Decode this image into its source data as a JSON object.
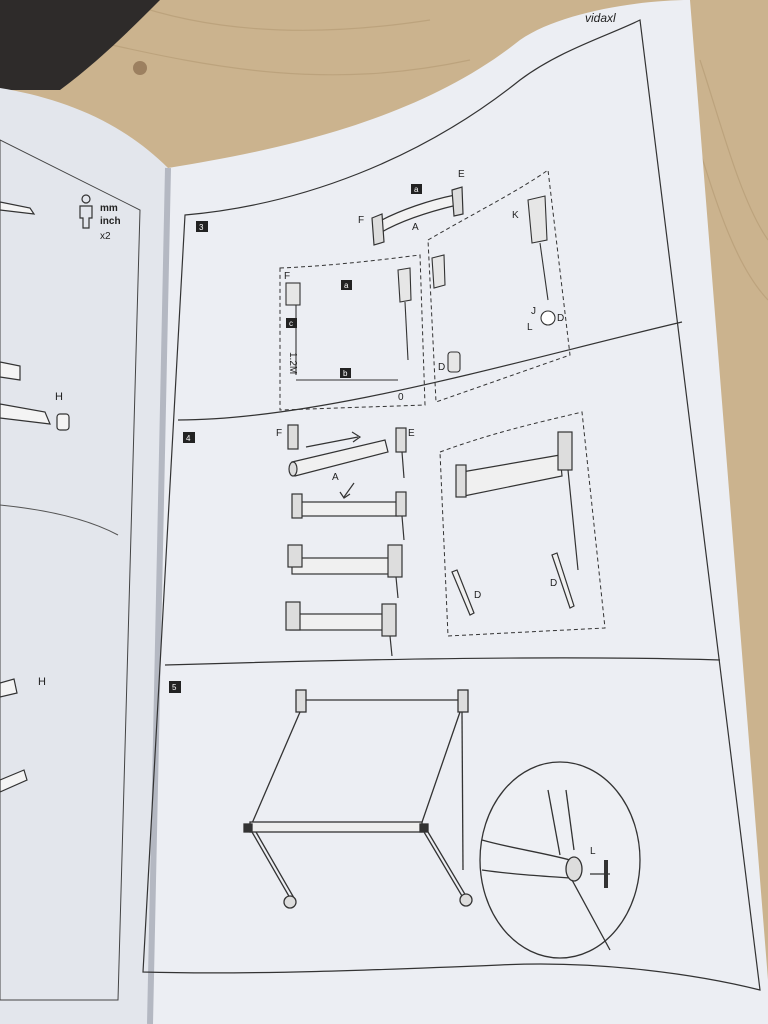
{
  "background": {
    "table_color": "#cdb58f",
    "paper_color": "#eceef3",
    "ink_color": "#2b2b2b"
  },
  "left_page": {
    "units": [
      "mm",
      "inch"
    ],
    "quantity": "x2",
    "part_labels": [
      "H",
      "H"
    ]
  },
  "right_page": {
    "corner_mark": "vidaxl",
    "steps": [
      {
        "number": "3",
        "labels": [
          "a",
          "E",
          "F",
          "A",
          "F",
          "a",
          "c",
          "1.2M",
          "b",
          "0",
          "K",
          "J",
          "D",
          "D",
          "L"
        ]
      },
      {
        "number": "4",
        "labels": [
          "F",
          "E",
          "A",
          "D",
          "D"
        ]
      },
      {
        "number": "5",
        "labels": [
          "L"
        ]
      }
    ]
  }
}
